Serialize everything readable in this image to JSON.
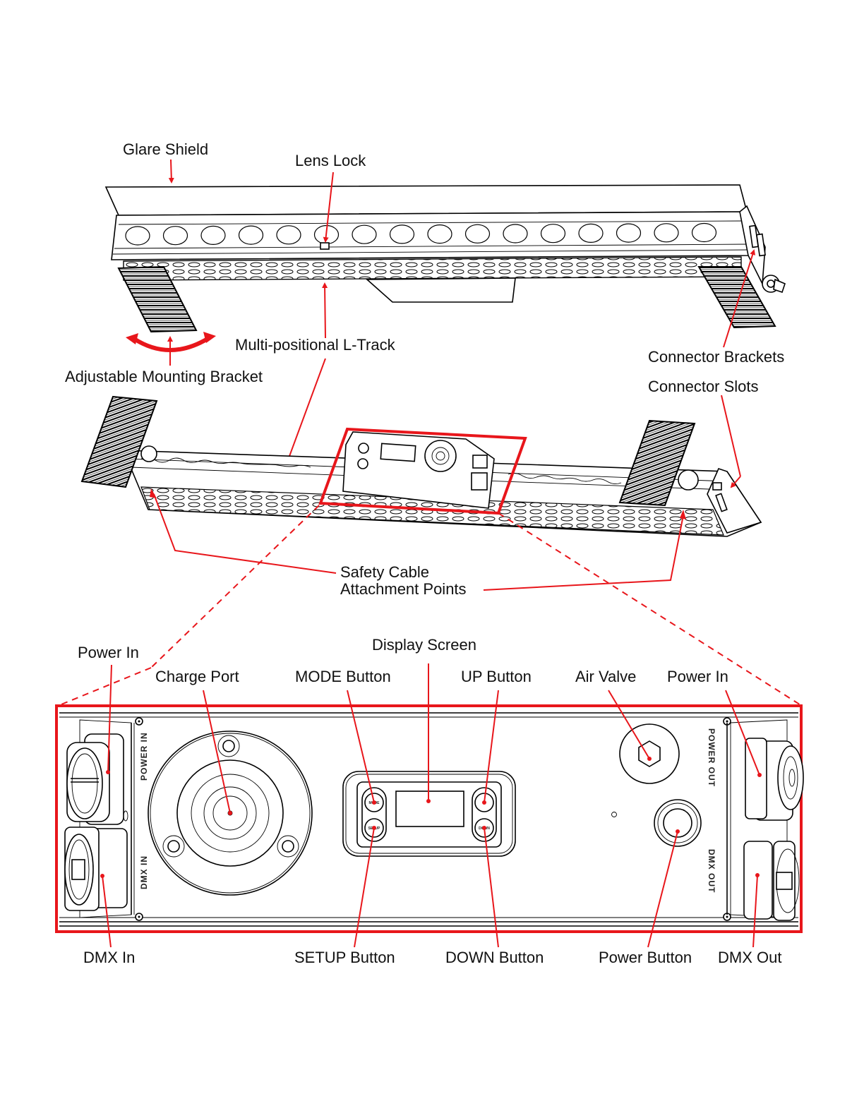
{
  "diagram": {
    "title": "LED Batten Fixture — Product Overview",
    "accent_color": "#e8161b",
    "upper_view": {
      "labels": {
        "glare_shield": "Glare Shield",
        "lens_lock": "Lens Lock",
        "multi_positional_l_track": "Multi-positional L-Track",
        "adjustable_mounting_bracket": "Adjustable Mounting Bracket",
        "connector_brackets": "Connector Brackets"
      }
    },
    "lower_view": {
      "labels": {
        "connector_slots": "Connector Slots",
        "safety_cable_line1": "Safety Cable",
        "safety_cable_line2": "Attachment Points"
      }
    },
    "detail_panel": {
      "top_labels": {
        "power_in_left": "Power In",
        "charge_port": "Charge Port",
        "mode_button": "MODE Button",
        "display_screen": "Display Screen",
        "up_button": "UP Button",
        "air_valve": "Air Valve",
        "power_in_right": "Power In"
      },
      "bottom_labels": {
        "dmx_in": "DMX In",
        "setup_button": "SETUP Button",
        "down_button": "DOWN Button",
        "power_button": "Power Button",
        "dmx_out": "DMX Out"
      },
      "panel_printing": {
        "power_in": "POWER IN",
        "dmx_in": "DMX IN",
        "power_out": "POWER OUT",
        "dmx_out": "DMX OUT",
        "mode": "MODE",
        "setup": "SETUP",
        "down": "DOWN"
      }
    }
  }
}
